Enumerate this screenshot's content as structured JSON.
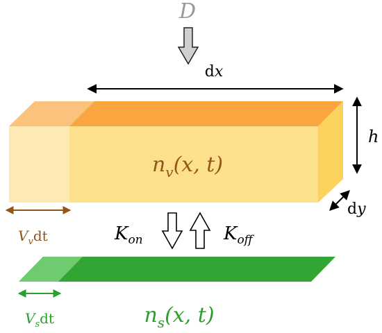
{
  "diagram": {
    "flux_label": {
      "main": "D"
    },
    "length_label": {
      "prefix": "d",
      "var": "x"
    },
    "height_label": {
      "var": "h"
    },
    "width_label": {
      "prefix": "d",
      "var": "y"
    },
    "volume_density": {
      "main": "n",
      "sub": "v",
      "args": "(x, t)"
    },
    "surface_density": {
      "main": "n",
      "sub": "s",
      "args": "(x, t)"
    },
    "volume_velocity": {
      "main": "V",
      "sub": "v",
      "suffix": "dt"
    },
    "surface_velocity": {
      "main": "V",
      "sub": "s",
      "suffix": "dt"
    },
    "binding_rate": {
      "main": "K",
      "sub": "on"
    },
    "unbinding_rate": {
      "main": "K",
      "sub": "off"
    },
    "colors": {
      "box_front": "#fde08c",
      "box_front_advected": "#fde9b4",
      "box_top": "#f9a640",
      "box_top_advected": "#fbc27e",
      "box_side": "#fcd25e",
      "surface": "#32a535",
      "surface_advected": "#6ecb6f",
      "volume_text": "#93561a",
      "surface_text": "#2aa02a",
      "arrow_gray": "#d0d0d0"
    }
  }
}
